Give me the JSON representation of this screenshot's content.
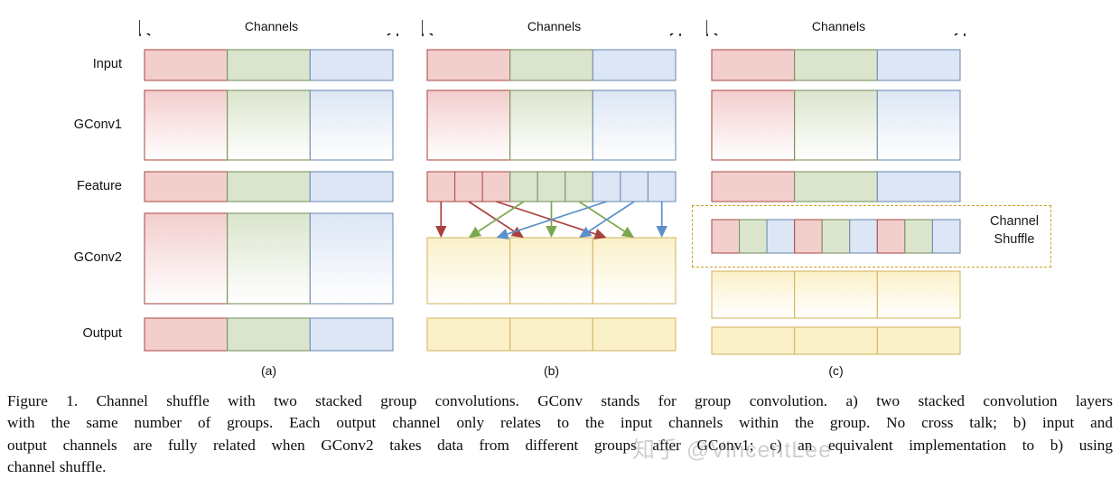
{
  "figure": {
    "row_labels": [
      "Input",
      "GConv1",
      "Feature",
      "GConv2",
      "Output"
    ],
    "panel_labels": [
      "(a)",
      "(b)",
      "(c)"
    ],
    "axis_label": "Channels",
    "shuffle_annotation_line1": "Channel",
    "shuffle_annotation_line2": "Shuffle",
    "colors": {
      "red_fill": "#f2cecd",
      "red_border": "#b1534f",
      "green_fill": "#dbe5cd",
      "green_border": "#7d9460",
      "blue_fill": "#dce6f5",
      "blue_border": "#7190b4",
      "yellow_fill": "#fbf1c9",
      "yellow_border": "#d5b766",
      "dashed_box": "#c9a227",
      "arrow_red": "#a8413c",
      "arrow_green": "#7aa84f",
      "arrow_blue": "#5b8fc9",
      "axis_line": "#000000",
      "text": "#111111"
    },
    "group_count": 3,
    "channels_per_group": 3,
    "shuffle_sequence": [
      "red",
      "green",
      "blue",
      "red",
      "green",
      "blue",
      "red",
      "green",
      "blue"
    ],
    "shuffle_mapping": [
      {
        "from": 0,
        "to": 0,
        "color": "red"
      },
      {
        "from": 1,
        "to": 3,
        "color": "red"
      },
      {
        "from": 2,
        "to": 6,
        "color": "red"
      },
      {
        "from": 3,
        "to": 1,
        "color": "green"
      },
      {
        "from": 4,
        "to": 4,
        "color": "green"
      },
      {
        "from": 5,
        "to": 7,
        "color": "green"
      },
      {
        "from": 6,
        "to": 2,
        "color": "blue"
      },
      {
        "from": 7,
        "to": 5,
        "color": "blue"
      },
      {
        "from": 8,
        "to": 8,
        "color": "blue"
      }
    ],
    "panels": [
      {
        "id": "a",
        "rows": [
          {
            "name": "Input",
            "style": "rgb-flat",
            "cells": 3
          },
          {
            "name": "GConv1",
            "style": "rgb-grad",
            "cells": 3
          },
          {
            "name": "Feature",
            "style": "rgb-flat",
            "cells": 3
          },
          {
            "name": "GConv2",
            "style": "rgb-grad",
            "cells": 3
          },
          {
            "name": "Output",
            "style": "rgb-flat",
            "cells": 3
          }
        ]
      },
      {
        "id": "b",
        "rows": [
          {
            "name": "Input",
            "style": "rgb-flat",
            "cells": 3
          },
          {
            "name": "GConv1",
            "style": "rgb-grad",
            "cells": 3
          },
          {
            "name": "Feature",
            "style": "rgb-split9",
            "cells": 9
          },
          {
            "name": "GConv2",
            "style": "yellow-grad",
            "cells": 3
          },
          {
            "name": "Output",
            "style": "yellow-flat",
            "cells": 3
          }
        ],
        "has_shuffle_arrows": true
      },
      {
        "id": "c",
        "rows": [
          {
            "name": "Input",
            "style": "rgb-flat",
            "cells": 3
          },
          {
            "name": "GConv1",
            "style": "rgb-grad",
            "cells": 3
          },
          {
            "name": "Feature",
            "style": "rgb-flat",
            "cells": 3
          },
          {
            "name": "Shuffle",
            "style": "shuffle9",
            "cells": 9
          },
          {
            "name": "GConv2",
            "style": "yellow-grad",
            "cells": 3
          },
          {
            "name": "Output",
            "style": "yellow-flat",
            "cells": 3
          }
        ],
        "has_shuffle_box": true
      }
    ]
  },
  "caption": {
    "lines": [
      "Figure 1. Channel shuffle with two stacked group convolutions.  GConv stands for group convolution.  a) two stacked convolution layers",
      "with the same number of groups.  Each output channel only relates to the input channels within the group.  No cross talk; b) input and",
      "output channels are fully related when GConv2 takes data from different groups after GConv1; c) an equivalent implementation to b) using",
      "channel shuffle."
    ]
  },
  "watermark": {
    "text": "知乎 @VincentLee"
  }
}
